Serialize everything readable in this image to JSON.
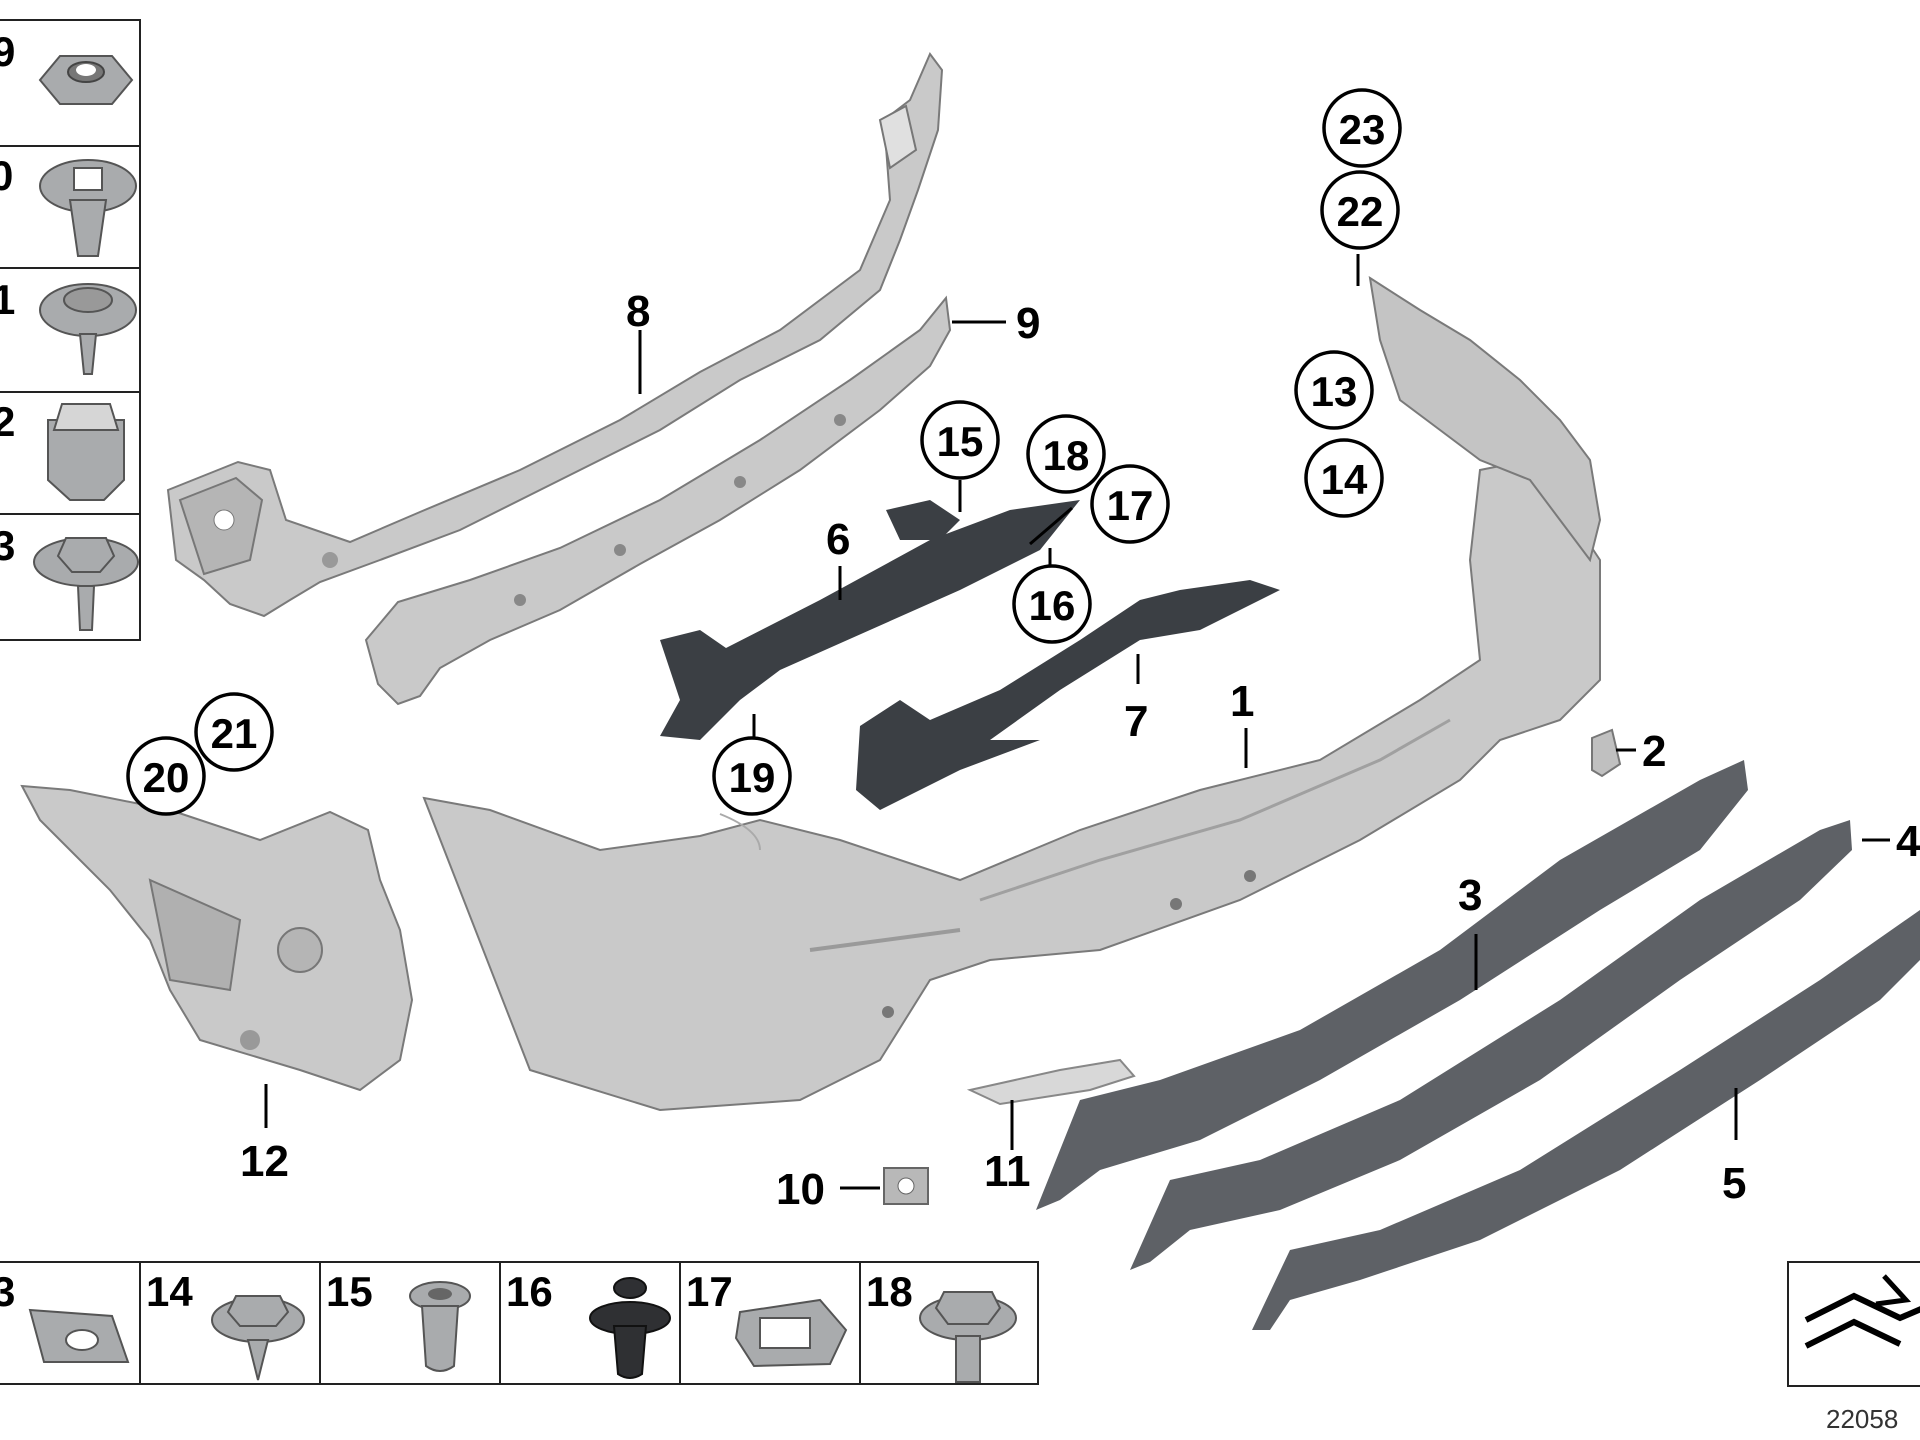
{
  "diagram": {
    "reference_number": "22058",
    "hardware_top": [
      "9",
      "0",
      "1",
      "2",
      "3"
    ],
    "hardware_bottom": [
      "3",
      "14",
      "15",
      "16",
      "17",
      "18"
    ],
    "part_labels": {
      "p1": "1",
      "p2": "2",
      "p3": "3",
      "p4": "4",
      "p5": "5",
      "p6": "6",
      "p7": "7",
      "p8": "8",
      "p9": "9",
      "p10": "10",
      "p11": "11",
      "p12": "12"
    },
    "circled_labels": {
      "c13": "13",
      "c14": "14",
      "c15": "15",
      "c16": "16",
      "c17": "17",
      "c18": "18",
      "c19": "19",
      "c20": "20",
      "c21": "21",
      "c22": "22",
      "c23": "23"
    },
    "colors": {
      "primed_part": "#c9c9c9",
      "black_part": "#3b3f44",
      "outline": "#000000"
    }
  }
}
